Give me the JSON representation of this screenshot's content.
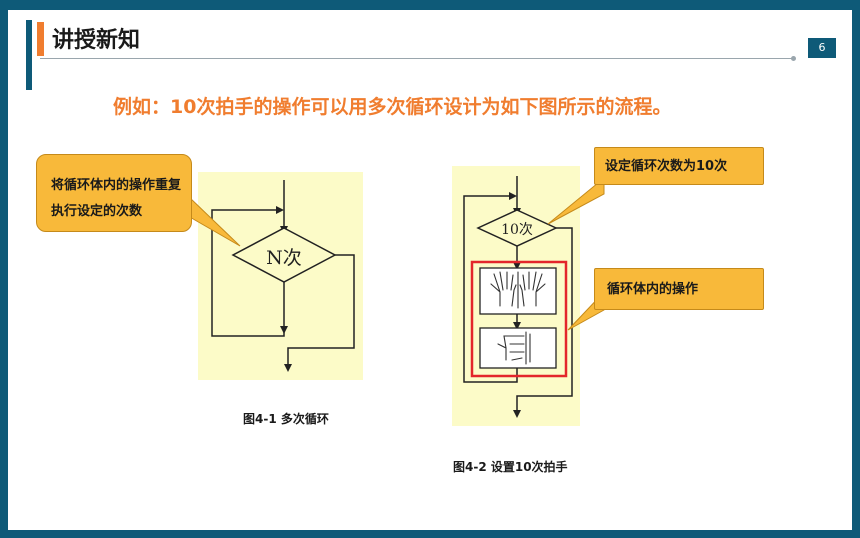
{
  "header": {
    "title": "讲授新知",
    "page_number": "6"
  },
  "intro_text": "例如：10次拍手的操作可以用多次循环设计为如下图所示的流程。",
  "figure1": {
    "diamond_label": "N次",
    "caption": "图4-1   多次循环",
    "callout": "将循环体内的操作重复执行设定的次数"
  },
  "figure2": {
    "diamond_label": "10次",
    "caption": "图4-2   设置10次拍手",
    "callout_count": "设定循环次数为10次",
    "callout_body": "循环体内的操作"
  },
  "colors": {
    "frame": "#0e5a78",
    "accent_orange": "#f07d2f",
    "callout_fill": "#f8b93a",
    "figure_bg": "#fcfbc8",
    "highlight_box": "#e3262b"
  }
}
